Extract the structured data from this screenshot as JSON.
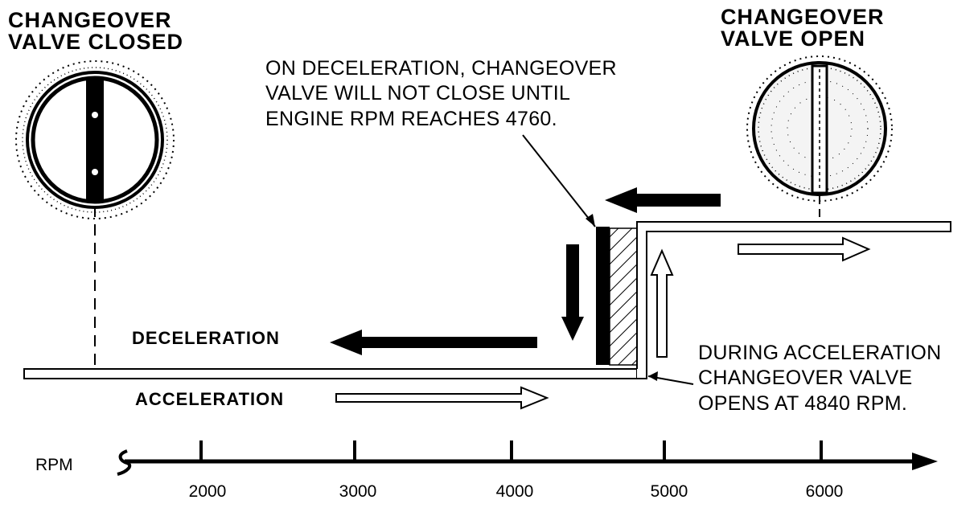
{
  "labels": {
    "closed_title": "CHANGEOVER\nVALVE CLOSED",
    "open_title": "CHANGEOVER\nVALVE OPEN",
    "deceleration_note": "ON DECELERATION, CHANGEOVER\nVALVE WILL NOT CLOSE UNTIL\nENGINE RPM REACHES 4760.",
    "acceleration_note": "DURING ACCELERATION\nCHANGEOVER VALVE\nOPENS AT 4840 RPM.",
    "deceleration": "DECELERATION",
    "acceleration": "ACCELERATION"
  },
  "axis": {
    "label": "RPM",
    "ticks": [
      "2000",
      "3000",
      "4000",
      "5000",
      "6000"
    ]
  }
}
